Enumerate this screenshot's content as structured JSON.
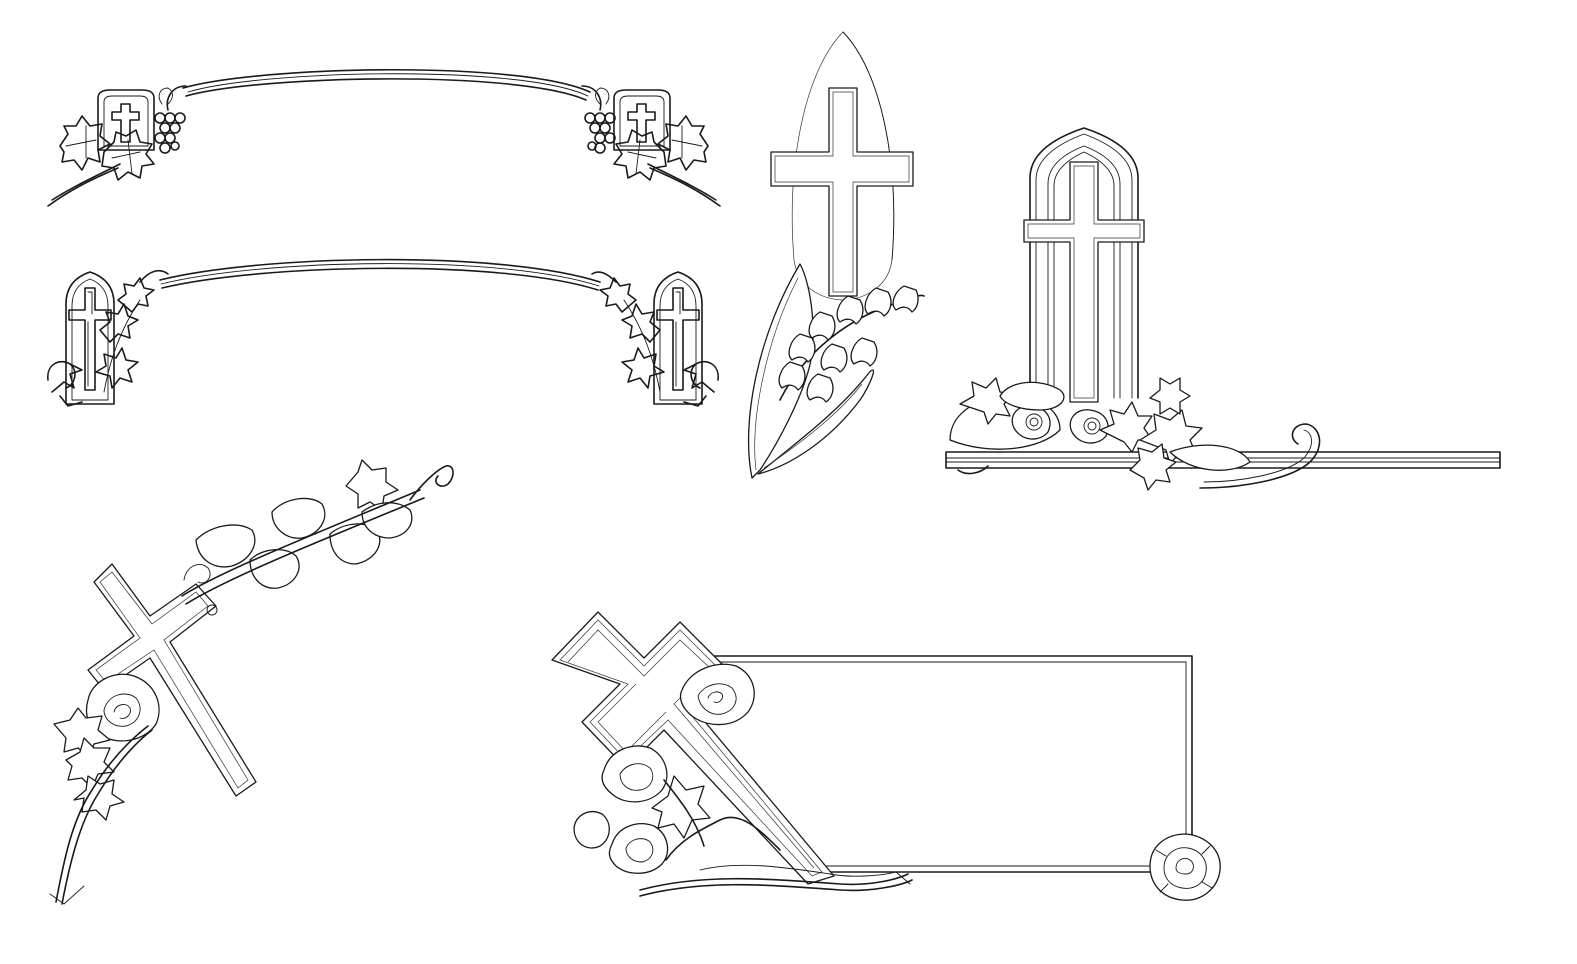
{
  "page": {
    "background": "#ffffff",
    "line_color": "#1a1a1a"
  },
  "motifs": [
    {
      "id": "banner-grapes",
      "icon": "cross-banner-grapevine-icon"
    },
    {
      "id": "banner-ivy",
      "icon": "cross-banner-ivy-icon"
    },
    {
      "id": "lily-cross",
      "icon": "cross-lily-of-the-valley-icon"
    },
    {
      "id": "arch-cross",
      "icon": "arched-cross-roses-icon"
    },
    {
      "id": "diagonal-cross",
      "icon": "diagonal-cross-vine-icon"
    },
    {
      "id": "cross-frame",
      "icon": "cross-rectangular-frame-icon"
    }
  ]
}
